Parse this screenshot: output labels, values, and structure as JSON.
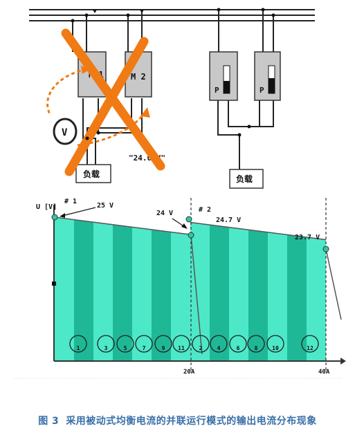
{
  "top_left": {
    "unit1_label": "M 1",
    "unit2_label": "M 2",
    "meter_label": "V",
    "voltage_label": "\"24.0 V\"",
    "load_label": "负载"
  },
  "top_right": {
    "unit1_label": "P",
    "unit2_label": "P",
    "load_label": "负载"
  },
  "chart": {
    "y_axis_label": "U [V]",
    "group1_label": "# 1",
    "group2_label": "# 2",
    "annotations": [
      "25 V",
      "24 V",
      "24.7 V",
      "23.7 V"
    ],
    "x_ticks": [
      "20A",
      "40A"
    ],
    "circle_labels": [
      "1",
      "3",
      "5",
      "7",
      "9",
      "11",
      "2",
      "4",
      "6",
      "8",
      "10",
      "12"
    ]
  },
  "chart_data": {
    "type": "area",
    "ylabel": "U [V]",
    "x_ticks": [
      "20A",
      "40A"
    ],
    "series": [
      {
        "name": "# 1",
        "x": [
          0,
          20
        ],
        "values": [
          25,
          24
        ]
      },
      {
        "name": "# 2",
        "x": [
          20,
          40
        ],
        "values": [
          24.7,
          23.7
        ]
      }
    ]
  },
  "caption": {
    "figure": "图 3",
    "text": "采用被动式均衡电流的并联运行模式的输出电流分布现象"
  },
  "colors": {
    "teal_light": "#4de8c8",
    "teal_dark": "#1fb896",
    "gauge_gray": "#c8c8c8",
    "cross_orange": "#f07a14",
    "caption_blue": "#3a6fa8"
  }
}
